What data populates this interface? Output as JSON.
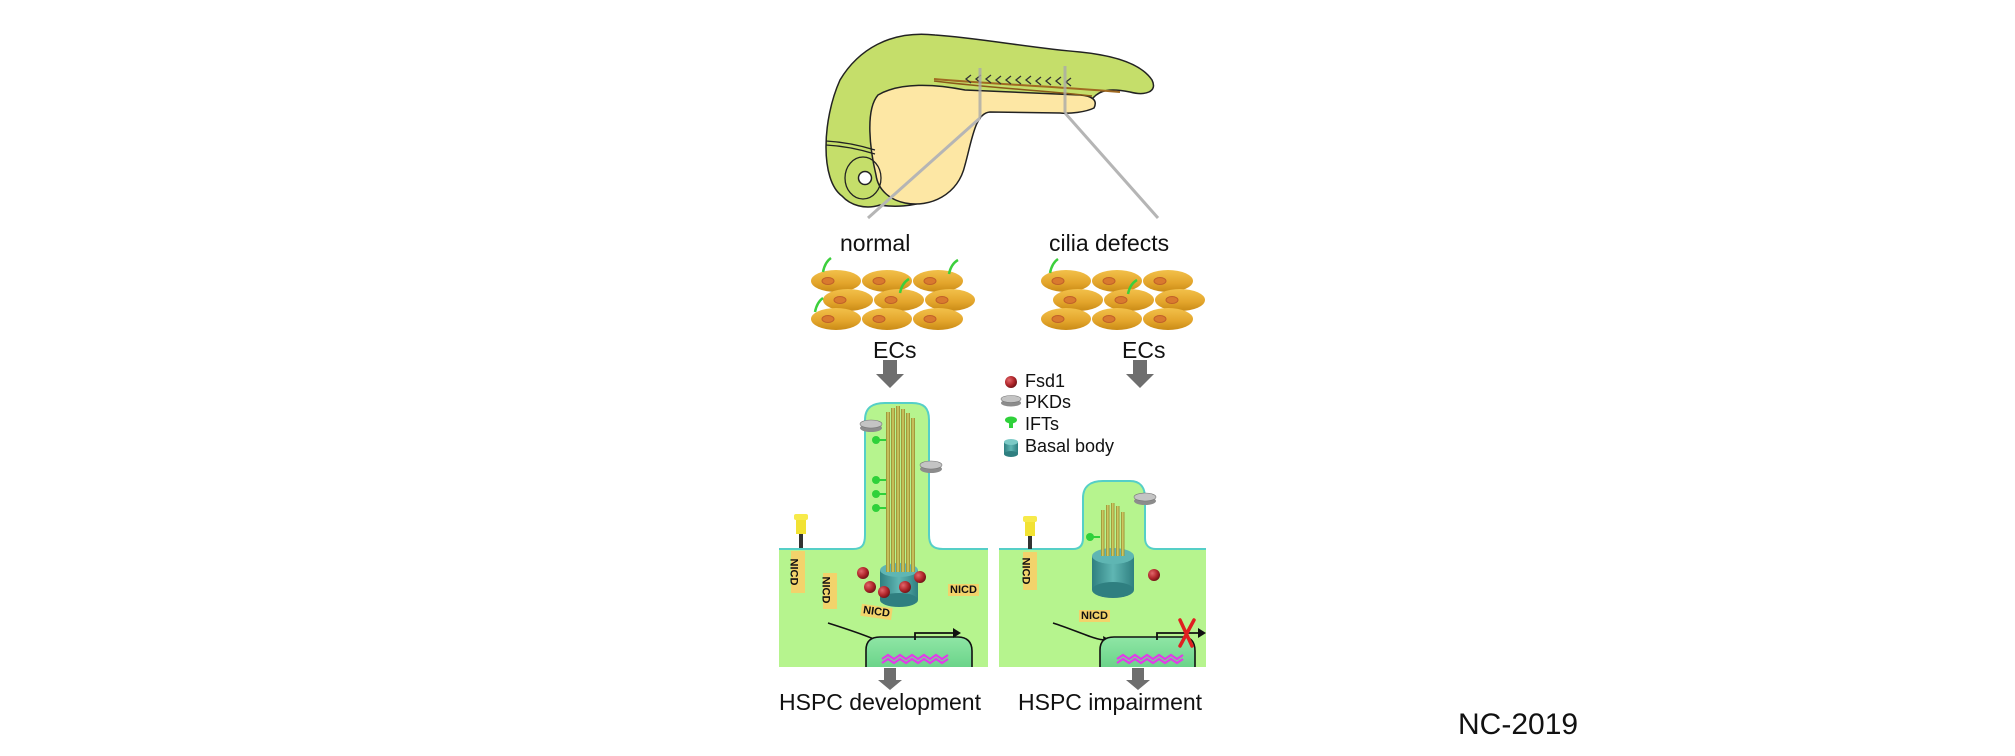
{
  "figure": {
    "condition_labels": {
      "normal": "normal",
      "defect": "cilia defects"
    },
    "cell_label": "ECs",
    "legend": [
      {
        "icon": "fsd1-sphere-icon",
        "label": "Fsd1",
        "color": "#b0262b"
      },
      {
        "icon": "pkd-disc-icon",
        "label": "PKDs",
        "color": "#9e9e9e"
      },
      {
        "icon": "ift-pin-icon",
        "label": "IFTs",
        "color": "#2fd13a"
      },
      {
        "icon": "basal-body-cylinder-icon",
        "label": "Basal body",
        "color": "#3f9a99"
      }
    ],
    "nicd_label": "NICD",
    "outcomes": {
      "normal": "HSPC development",
      "defect": "HSPC impairment"
    },
    "colors": {
      "embryo_body": "#c5de6a",
      "yolk": "#fde7a4",
      "endothelial_cell": "#e3a52b",
      "cytoplasm": "#b6f48e",
      "membrane": "#55cfc7",
      "cilium": "#b7ae44",
      "dna": "#e13ce8",
      "arrow": "#6e6e6e",
      "block_x": "#e02020"
    }
  },
  "citation": "NC-2019"
}
